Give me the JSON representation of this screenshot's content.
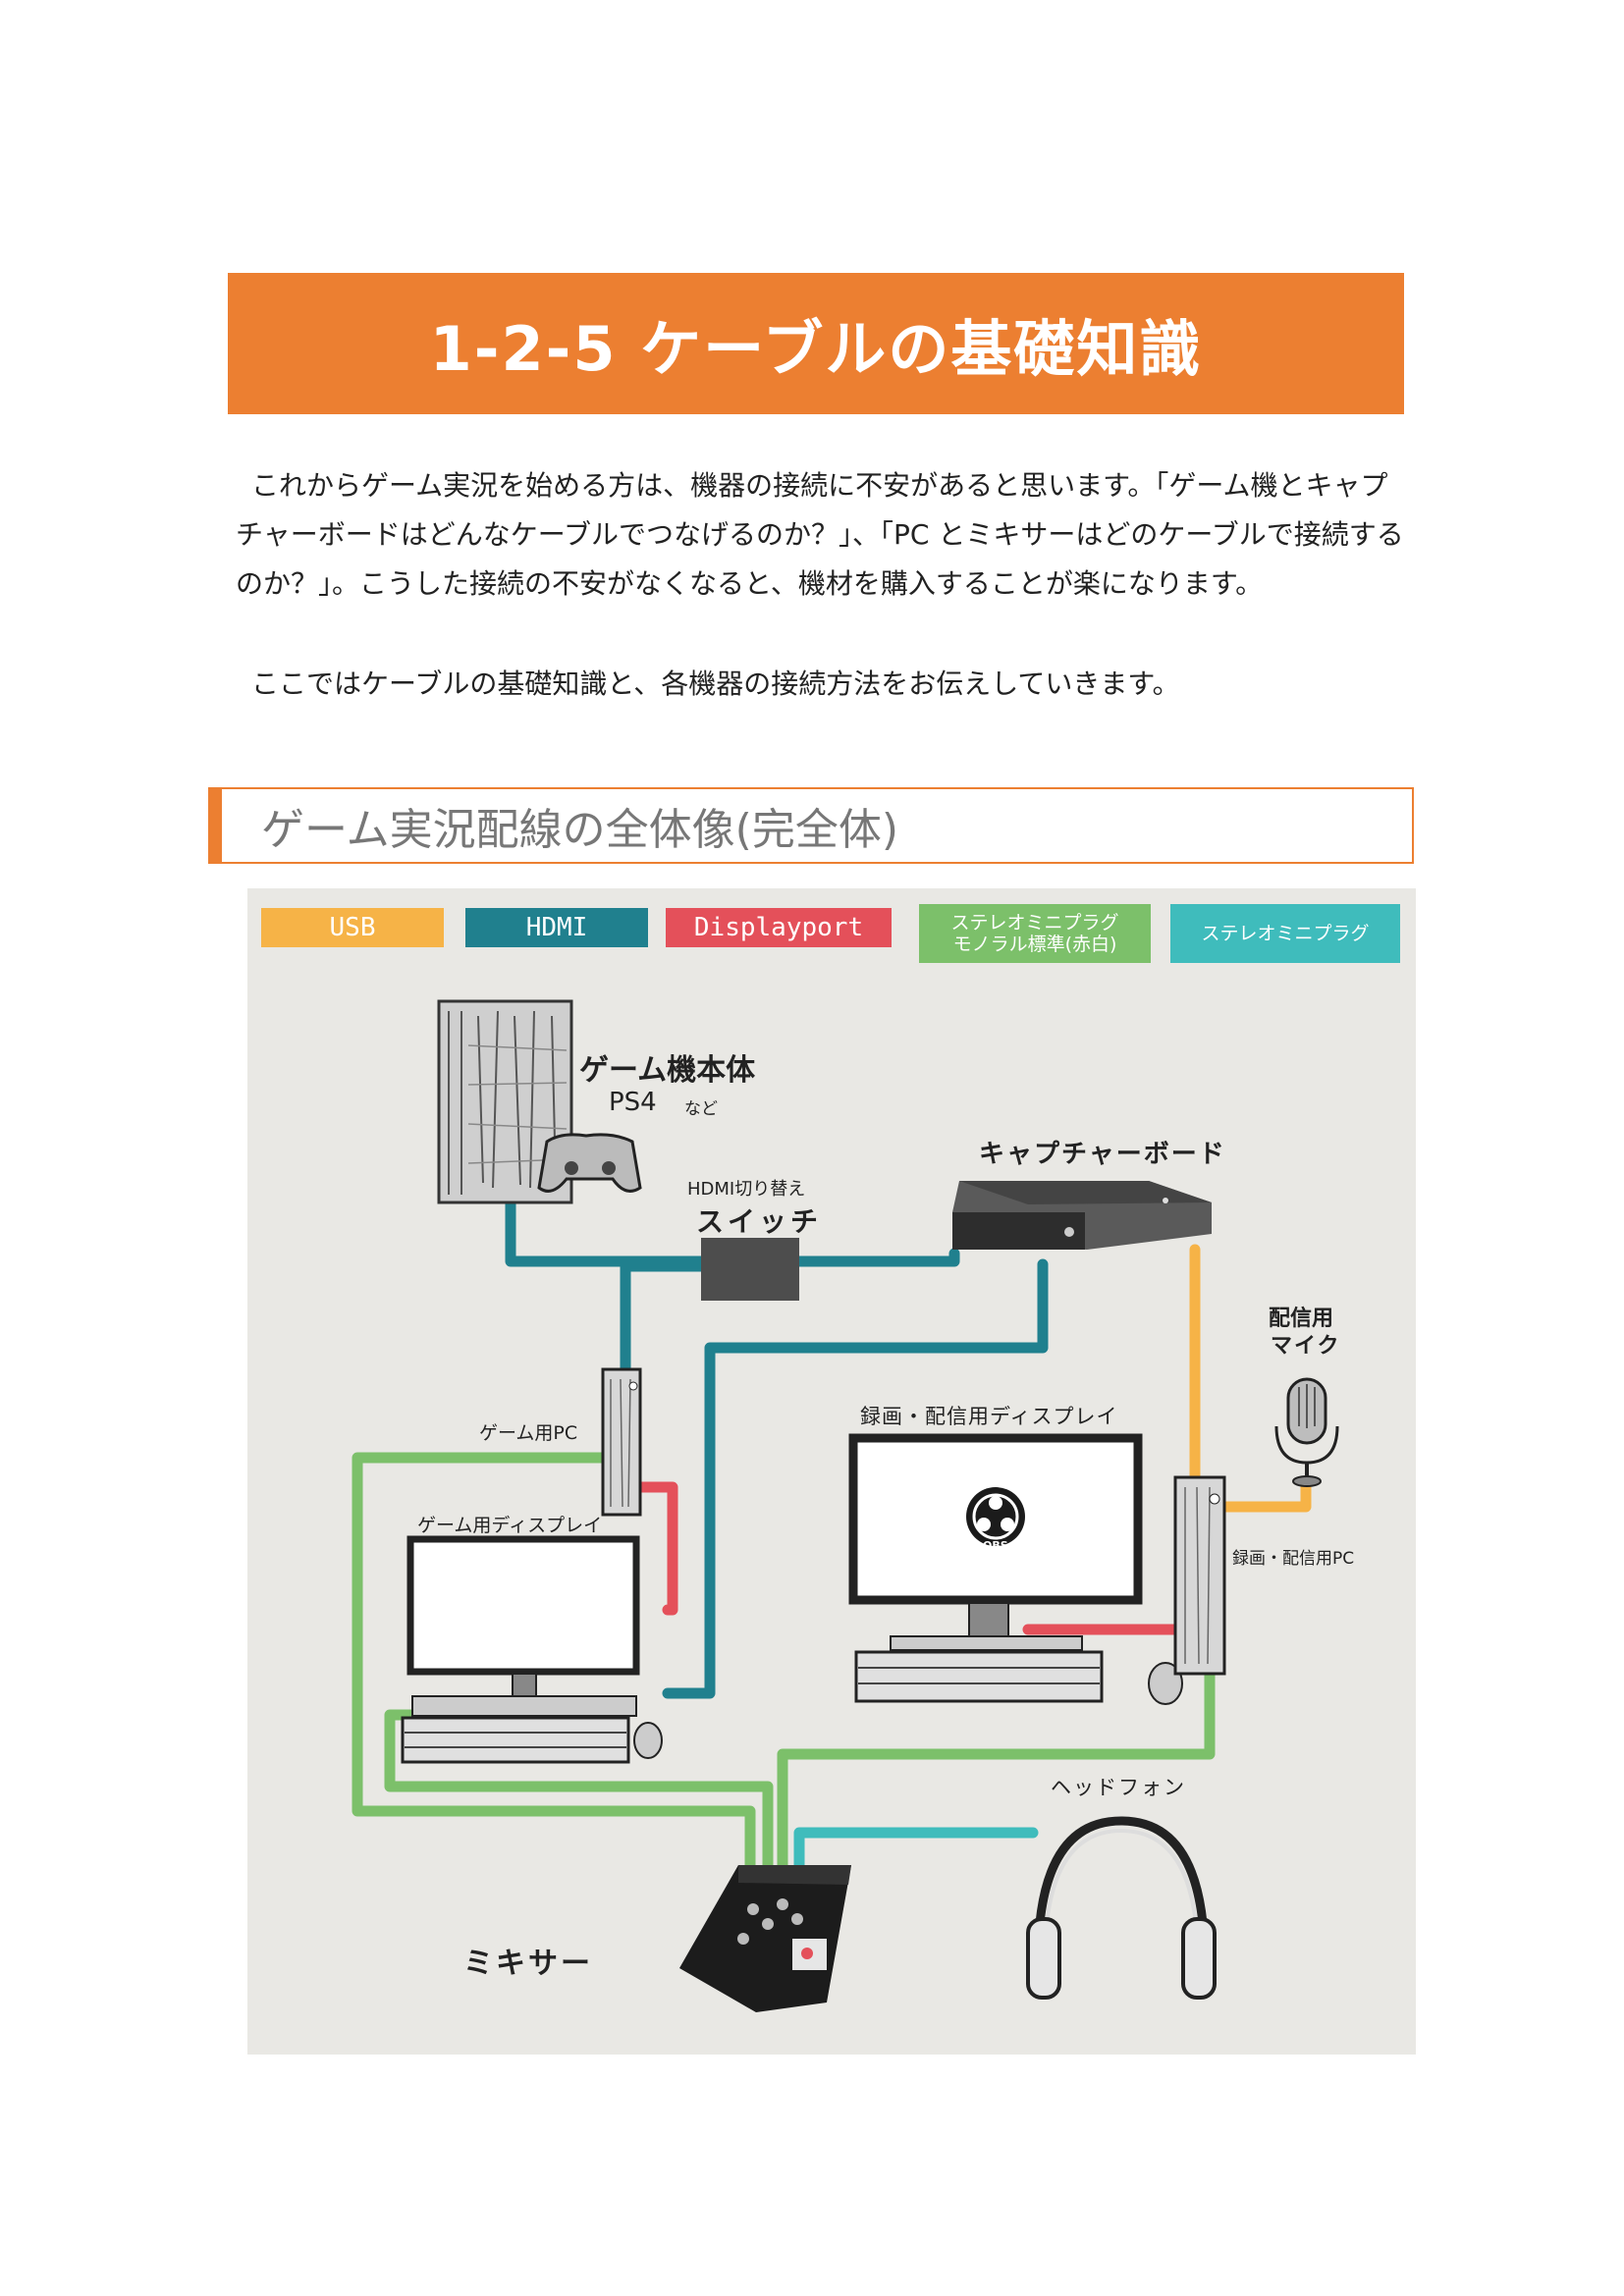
{
  "header": {
    "title": "1-2-5 ケーブルの基礎知識"
  },
  "intro": {
    "paragraph1": "これからゲーム実況を始める方は、機器の接続に不安があると思います。「ゲーム機とキャプチャーボードはどんなケーブルでつなげるのか？」、「PC とミキサーはどのケーブルで接続するのか？」。こうした接続の不安がなくなると、機材を購入することが楽になります。",
    "paragraph2": "ここではケーブルの基礎知識と、各機器の接続方法をお伝えしていきます。"
  },
  "section": {
    "heading": "ゲーム実況配線の全体像(完全体)"
  },
  "legend": {
    "usb": "USB",
    "hdmi": "HDMI",
    "displayport": "Displayport",
    "stereo_mono_line1": "ステレオミニプラグ",
    "stereo_mono_line2": "モノラル標準(赤白)",
    "stereo_mini": "ステレオミニプラグ"
  },
  "colors": {
    "accent": "#ec7f31",
    "usb": "#f6b347",
    "hdmi": "#20808e",
    "displayport": "#e4505a",
    "stereo_mono": "#7cc06a",
    "stereo_mini": "#3fbcbc",
    "diagram_bg": "#e9e8e4"
  },
  "labels": {
    "console": "ゲーム機本体",
    "console_model": "PS4",
    "console_etc": "など",
    "switch_top": "HDMI切り替え",
    "switch": "スイッチ",
    "capture": "キャプチャーボード",
    "mic_line1": "配信用",
    "mic_line2": "マイク",
    "game_pc": "ゲーム用PC",
    "game_display": "ゲーム用ディスプレイ",
    "stream_display": "録画・配信用ディスプレイ",
    "stream_pc": "録画・配信用PC",
    "obs": "OBS",
    "headphone": "ヘッドフォン",
    "mixer": "ミキサー"
  }
}
